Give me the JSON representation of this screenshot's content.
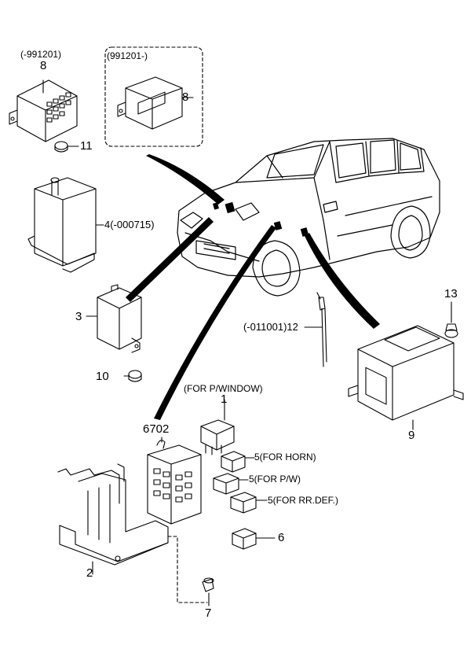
{
  "callouts": {
    "p8_early_range": "(-991201)",
    "p8_early_num": "8",
    "p8_late_range": "(991201-)",
    "p8_late_num": "8",
    "p11": "11",
    "p4": "4(-000715)",
    "p3": "3",
    "p10": "10",
    "p12": "(-011001)12",
    "p13": "13",
    "p9": "9",
    "p_window_note": "(FOR P/WINDOW)",
    "p1": "1",
    "p6702": "6702",
    "p5_horn": "5(FOR HORN)",
    "p5_pw": "5(FOR P/W)",
    "p5_rrdef": "5(FOR RR.DEF.)",
    "p6": "6",
    "p2": "2",
    "p7": "7"
  }
}
